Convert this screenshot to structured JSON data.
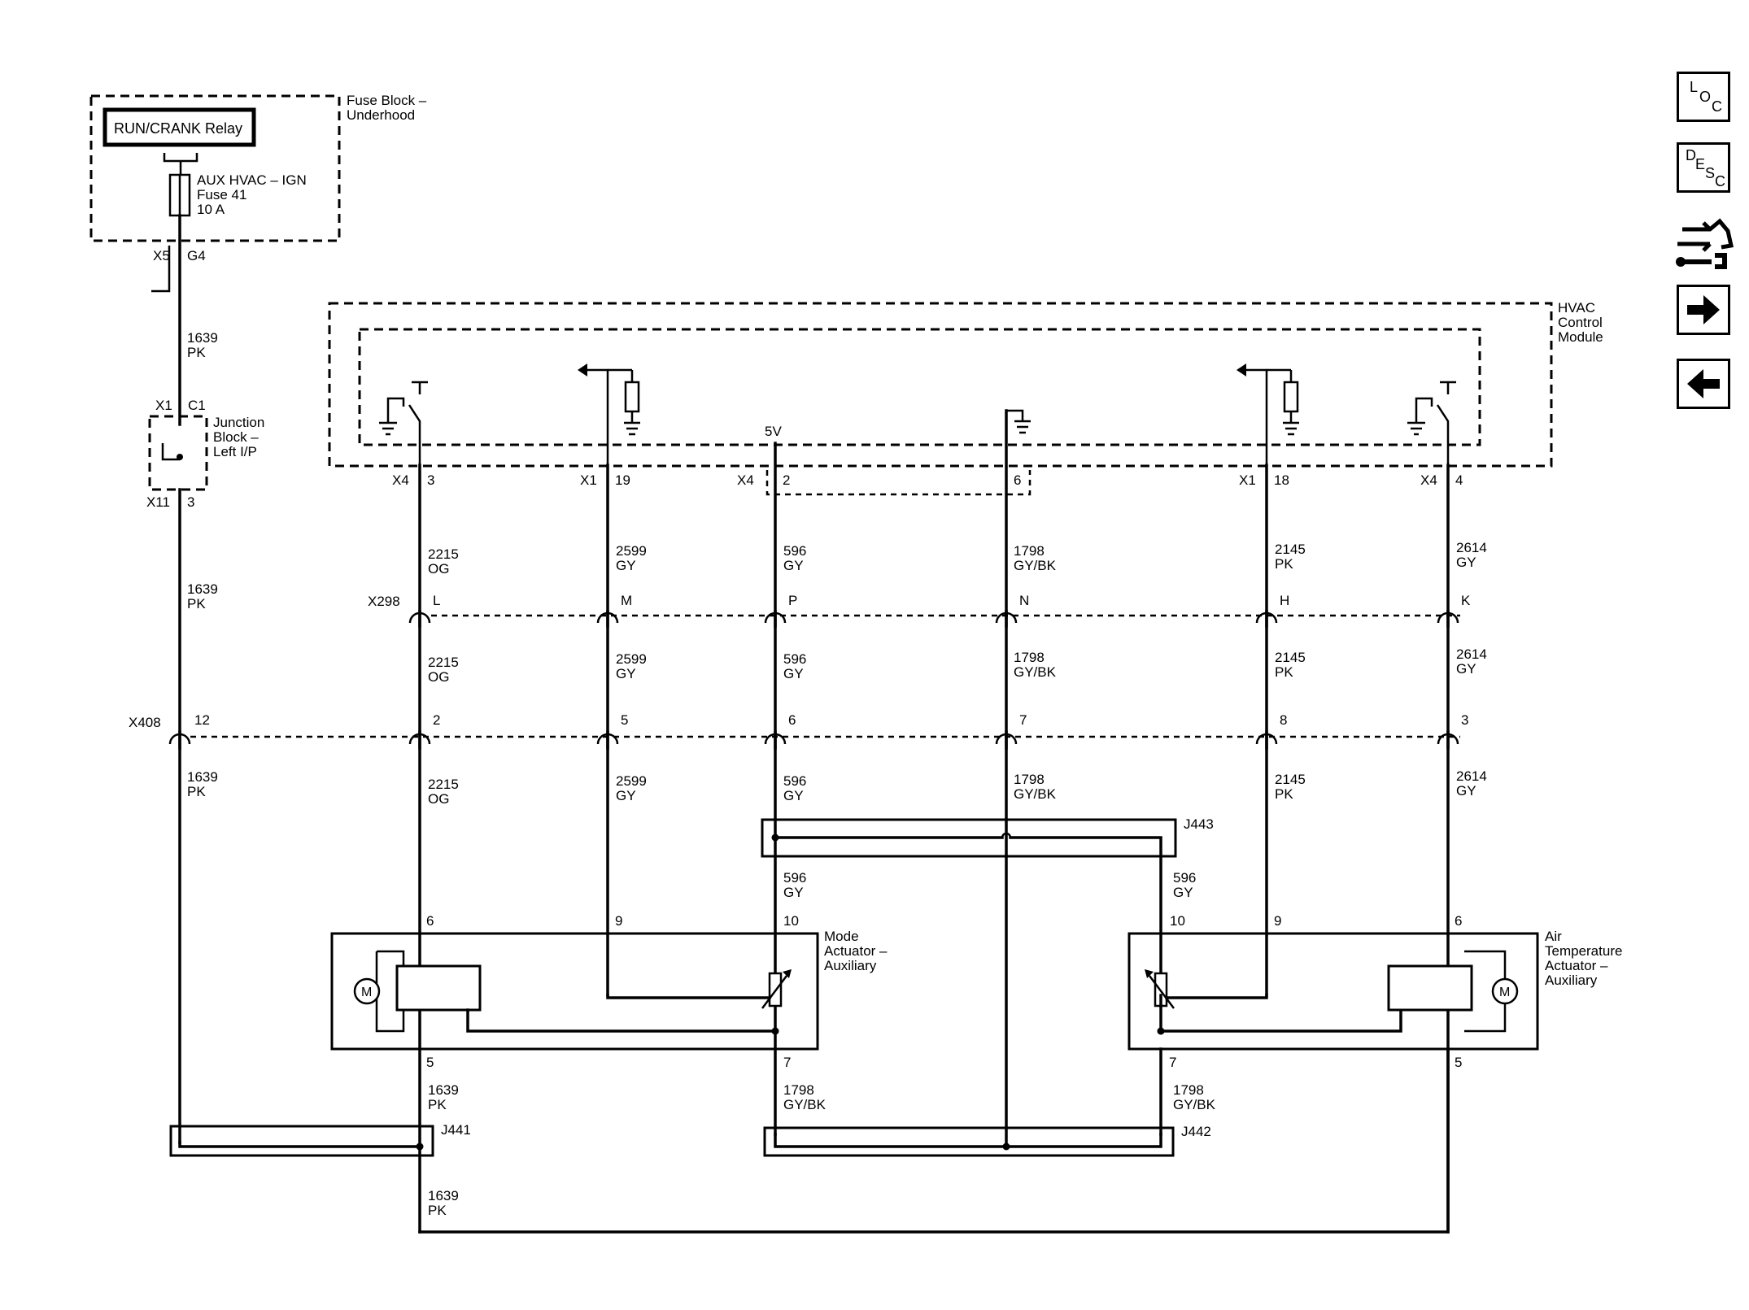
{
  "fuse_block": {
    "title_line1": "Fuse Block –",
    "title_line2": "Underhood",
    "relay": "RUN/CRANK Relay",
    "fuse_line1": "AUX HVAC – IGN",
    "fuse_line2": "Fuse 41",
    "fuse_line3": "10 A",
    "conn_x5": "X5",
    "conn_g4": "G4"
  },
  "junction_block": {
    "title_line1": "Junction",
    "title_line2": "Block –",
    "title_line3": "Left I/P",
    "conn_x1": "X1",
    "conn_c1": "C1",
    "conn_x11": "X11",
    "conn_3": "3"
  },
  "hvac_module": {
    "title_line1": "HVAC",
    "title_line2": "Control",
    "title_line3": "Module",
    "voltage": "5V",
    "pins": {
      "a_conn": "X4",
      "a_pin": "3",
      "b_conn": "X1",
      "b_pin": "19",
      "c_conn": "X4",
      "c_pin": "2",
      "d_pin": "6",
      "e_conn": "X1",
      "e_pin": "18",
      "f_conn": "X4",
      "f_pin": "4"
    }
  },
  "wires": {
    "w1639_num": "1639",
    "w1639_color": "PK",
    "w2215_num": "2215",
    "w2215_color": "OG",
    "w2599_num": "2599",
    "w2599_color": "GY",
    "w596_num": "596",
    "w596_color": "GY",
    "w1798_num": "1798",
    "w1798_color": "GY/BK",
    "w2145_num": "2145",
    "w2145_color": "PK",
    "w2614_num": "2614",
    "w2614_color": "GY"
  },
  "connector_x298": {
    "name": "X298",
    "pins": [
      "L",
      "M",
      "P",
      "N",
      "H",
      "K"
    ]
  },
  "connector_x408": {
    "name": "X408",
    "pins": [
      "12",
      "2",
      "5",
      "6",
      "7",
      "8",
      "3"
    ]
  },
  "splices": {
    "j443": "J443",
    "j441": "J441",
    "j442": "J442"
  },
  "mode_actuator": {
    "title_line1": "Mode",
    "title_line2": "Actuator –",
    "title_line3": "Auxiliary",
    "pin_6": "6",
    "pin_9": "9",
    "pin_10": "10",
    "pin_5": "5",
    "pin_7": "7",
    "motor": "M"
  },
  "air_temp_actuator": {
    "title_line1": "Air",
    "title_line2": "Temperature",
    "title_line3": "Actuator –",
    "title_line4": "Auxiliary",
    "pin_10": "10",
    "pin_9": "9",
    "pin_6": "6",
    "pin_7": "7",
    "pin_5": "5",
    "motor": "M"
  },
  "nav": {
    "loc": {
      "l1": "L",
      "l2": "O",
      "l3": "C"
    },
    "desc": {
      "l1": "D",
      "l2": "E",
      "l3": "S",
      "l4": "C"
    },
    "tool_icon": "wrench-car-icon",
    "next_icon": "arrow-right-icon",
    "prev_icon": "arrow-left-icon"
  }
}
